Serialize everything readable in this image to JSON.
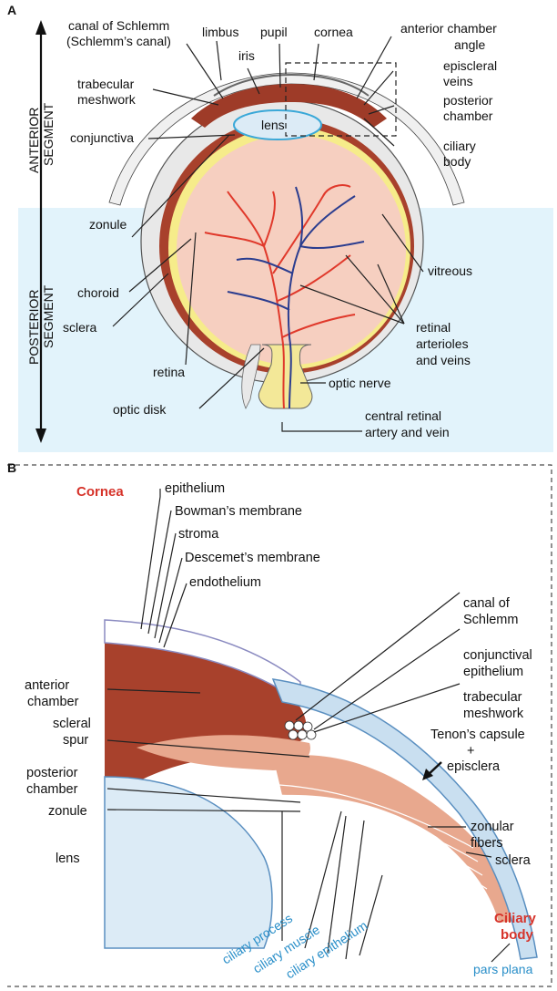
{
  "panel_a": {
    "letter": "A",
    "anterior_segment": [
      "ANTERIOR",
      "SEGMENT"
    ],
    "posterior_segment": [
      "POSTERIOR",
      "SEGMENT"
    ],
    "labels": {
      "canal": [
        "canal of Schlemm",
        "(Schlemm’s canal)"
      ],
      "limbus": "limbus",
      "pupil": "pupil",
      "cornea": "cornea",
      "angle": [
        "anterior chamber",
        "angle"
      ],
      "iris": "iris",
      "trabecular": [
        "trabecular",
        "meshwork"
      ],
      "episcleral": [
        "episcleral",
        "veins"
      ],
      "posterior_chamber": [
        "posterior",
        "chamber"
      ],
      "lens": "lens",
      "conjunctiva": "conjunctiva",
      "ciliary_body": [
        "ciliary",
        "body"
      ],
      "zonule": "zonule",
      "vitreous": "vitreous",
      "choroid": "choroid",
      "sclera": "sclera",
      "retinal_vessels": [
        "retinal",
        "arterioles",
        "and veins"
      ],
      "retina": "retina",
      "optic_nerve": "optic nerve",
      "optic_disk": "optic disk",
      "central_retinal": [
        "central retinal",
        "artery and vein"
      ]
    }
  },
  "panel_b": {
    "letter": "B",
    "cornea_title": "Cornea",
    "ciliary_title": [
      "Ciliary",
      "body"
    ],
    "labels": {
      "epithelium": "epithelium",
      "bowman": "Bowman’s membrane",
      "stroma": "stroma",
      "descemet": "Descemet’s membrane",
      "endothelium": "endothelium",
      "canal": [
        "canal of",
        "Schlemm"
      ],
      "conj_epi": [
        "conjunctival",
        "epithelium"
      ],
      "trabecular": [
        "trabecular",
        "meshwork"
      ],
      "anterior_chamber": [
        "anterior",
        "chamber"
      ],
      "tenon": [
        "Tenon’s capsule",
        "+",
        "episclera"
      ],
      "scleral_spur": [
        "scleral",
        "spur"
      ],
      "posterior_chamber": [
        "posterior",
        "chamber"
      ],
      "zonule": "zonule",
      "zonular_fibers": [
        "zonular",
        "fibers"
      ],
      "sclera": "sclera",
      "lens": "lens",
      "ciliary_process": "ciliary process",
      "ciliary_muscle": "ciliary muscle",
      "ciliary_epithelium": "ciliary epithelium",
      "pars_plana": "pars plana"
    }
  },
  "colors": {
    "posterior_bg": "#e2f3fb",
    "retina_pink": "#f6cfc0",
    "choroid": "#a8412c",
    "yellow_retina": "#f6ec8a",
    "sclera": "#e8e8e8",
    "artery": "#e0392b",
    "vein": "#2b3d8f",
    "lens_fill": "#dcebf6",
    "lens_outline": "#3aa8d8",
    "title_red": "#d6332a",
    "title_blue": "#2a8fc9"
  }
}
